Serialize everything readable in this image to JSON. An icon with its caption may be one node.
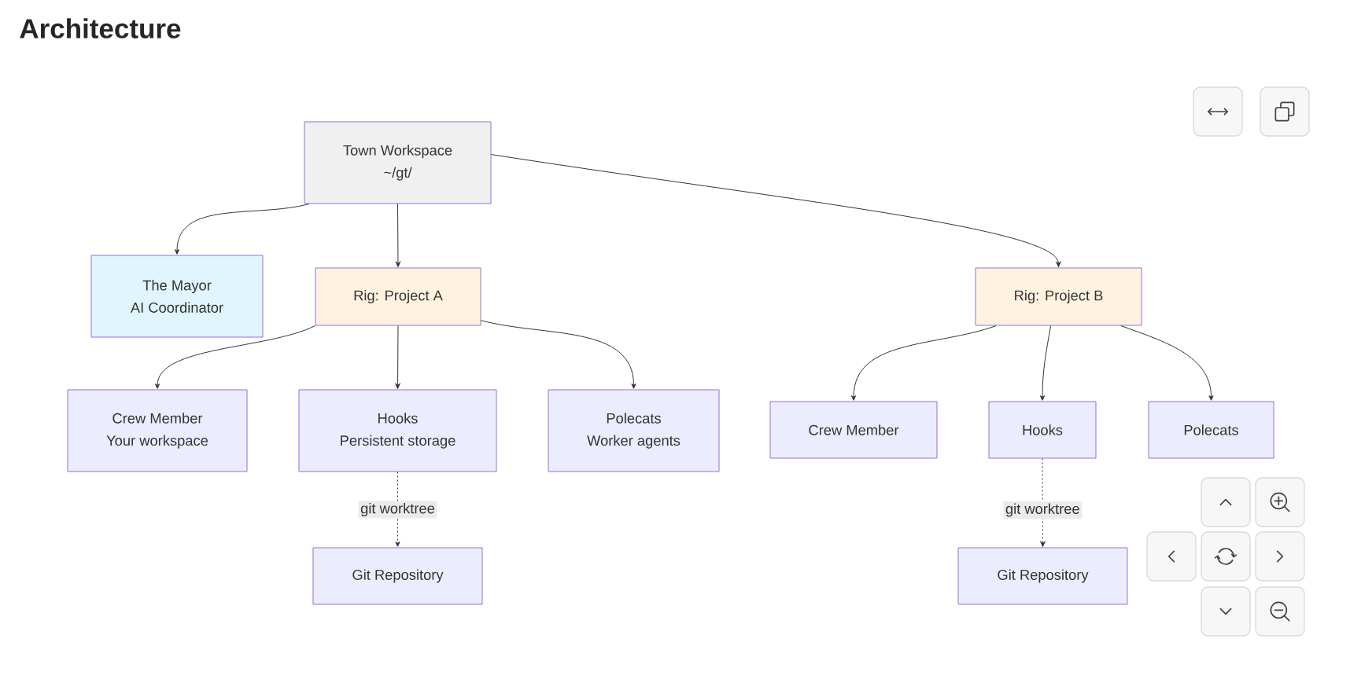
{
  "diagram": {
    "title": "Architecture",
    "nodes": [
      {
        "text": [
          "Town Workspace",
          "~/gt/"
        ]
      },
      {
        "text": [
          "The Mayor",
          "AI Coordinator"
        ]
      },
      {
        "text": [
          "Rig: Project A"
        ]
      },
      {
        "text": [
          "Rig: Project B"
        ]
      },
      {
        "text": [
          "Crew Member",
          "Your workspace"
        ]
      },
      {
        "text": [
          "Hooks",
          "Persistent storage"
        ]
      },
      {
        "text": [
          "Polecats",
          "Worker agents"
        ]
      },
      {
        "text": [
          "Crew Member"
        ]
      },
      {
        "text": [
          "Hooks"
        ]
      },
      {
        "text": [
          "Polecats"
        ]
      },
      {
        "text": [
          "Git Repository"
        ]
      },
      {
        "text": [
          "Git Repository"
        ]
      }
    ],
    "edges": [
      {
        "from": 0,
        "to": 1,
        "arrow": "to"
      },
      {
        "from": 0,
        "to": 2,
        "arrow": "to"
      },
      {
        "from": 0,
        "to": 3,
        "arrow": "to"
      },
      {
        "from": 2,
        "to": 4,
        "arrow": "to"
      },
      {
        "from": 2,
        "to": 5,
        "arrow": "to"
      },
      {
        "from": 2,
        "to": 6,
        "arrow": "to"
      },
      {
        "from": 3,
        "to": 7,
        "arrow": "to"
      },
      {
        "from": 3,
        "to": 8,
        "arrow": "to"
      },
      {
        "from": 3,
        "to": 9,
        "arrow": "to"
      },
      {
        "from": 5,
        "to": 10,
        "arrow": "to",
        "label": "git worktree",
        "style": "dashed"
      },
      {
        "from": 8,
        "to": 11,
        "arrow": "to",
        "label": "git worktree",
        "style": "dashed"
      }
    ]
  }
}
